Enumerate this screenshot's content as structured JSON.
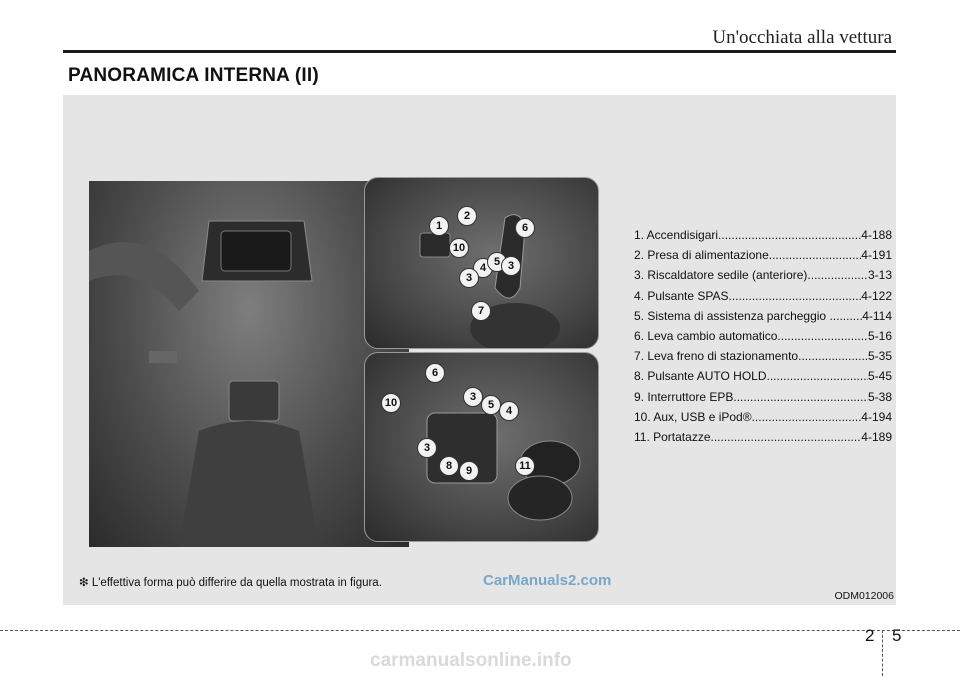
{
  "header": {
    "section": "Un'occhiata alla vettura"
  },
  "title": "PANORAMICA INTERNA (II)",
  "photo_callouts_top": [
    "1",
    "2",
    "10",
    "6",
    "4",
    "5",
    "3",
    "3",
    "7"
  ],
  "photo_callouts_bottom": [
    "6",
    "10",
    "3",
    "5",
    "4",
    "3",
    "8",
    "9",
    "11"
  ],
  "items": [
    {
      "label": "1. Accendisigari",
      "page": "4-188"
    },
    {
      "label": "2. Presa di alimentazione",
      "page": "4-191"
    },
    {
      "label": "3. Riscaldatore sedile (anteriore)",
      "page": "3-13"
    },
    {
      "label": "4. Pulsante SPAS",
      "page": "4-122"
    },
    {
      "label": "5. Sistema di assistenza parcheggio ..",
      "page": "4-114"
    },
    {
      "label": "6. Leva cambio automatico.",
      "page": "5-16"
    },
    {
      "label": "7. Leva freno di stazionamento",
      "page": "5-35"
    },
    {
      "label": "8. Pulsante AUTO HOLD",
      "page": "5-45"
    },
    {
      "label": "9. Interruttore EPB",
      "page": "5-38"
    },
    {
      "label": "10. Aux, USB e iPod®",
      "page": "4-194"
    },
    {
      "label": "11. Portatazze",
      "page": "4-189"
    }
  ],
  "note": "❇ L'effettiva forma può differire da quella mostrata in figura.",
  "watermark": "CarManuals2.com",
  "image_code": "ODM012006",
  "page_number": {
    "chapter": "2",
    "page": "5"
  },
  "footer_watermark": "carmanualsonline.info"
}
